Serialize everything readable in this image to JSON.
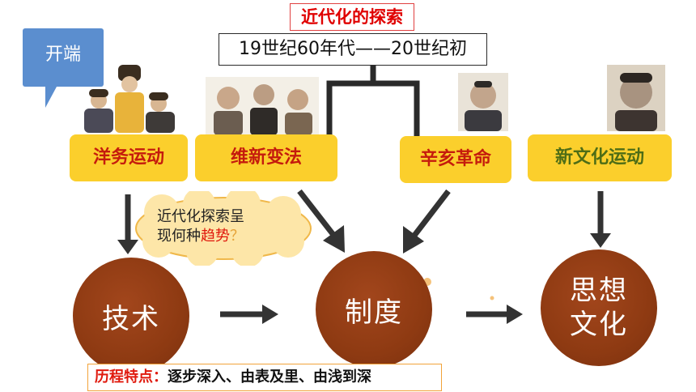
{
  "title": "近代化的探索",
  "period": "19世纪60年代——20世纪初",
  "start_callout": "开端",
  "movements": [
    {
      "label": "洋务运动",
      "color": "#c51b0d"
    },
    {
      "label": "维新变法",
      "color": "#c51b0d"
    },
    {
      "label": "辛亥革命",
      "color": "#c51b0d"
    },
    {
      "label": "新文化运动",
      "color": "#4e6d16"
    }
  ],
  "cloud": {
    "line1": "近代化探索呈",
    "line2_prefix": "现何种",
    "line2_highlight": "趋势",
    "line2_suffix": "？"
  },
  "stages": [
    "技术",
    "制度",
    "思想文化"
  ],
  "stage3": {
    "line1": "思想",
    "line2": "文化"
  },
  "summary": {
    "label": "历程特点：",
    "text": "逐步深入、由表及里、由浅到深"
  },
  "colors": {
    "movement_box": "#fbcf2c",
    "circle": "#8e3a12",
    "callout": "#5b8ecf",
    "title_red": "#e00000",
    "highlight": "#e0170b"
  },
  "icons": [
    "portrait-group-icon",
    "portrait-group-icon",
    "portrait-icon",
    "portrait-icon"
  ]
}
